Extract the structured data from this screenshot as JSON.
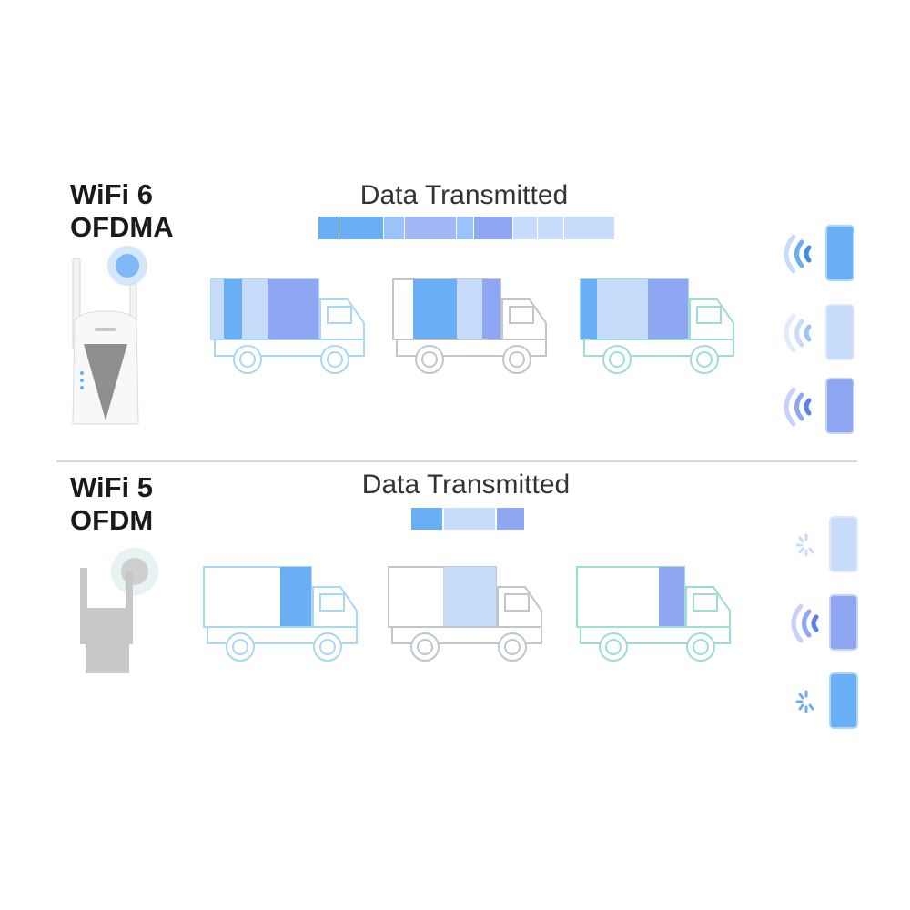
{
  "colors": {
    "blue_light": "#c6dcfa",
    "blue_mid": "#9cc3f7",
    "blue_strong": "#6aaef6",
    "periwinkle": "#a3b6f6",
    "periwinkle_strong": "#8fa7f3",
    "truck_outline": "#a9d8f4",
    "truck_outline_teal": "#9fdcd6",
    "truck_outline_gray": "#bfc7ce",
    "router_gray": "#c8c8c8"
  },
  "wifi6": {
    "title_line1": "WiFi 6",
    "title_line2": "OFDMA",
    "data_label": "Data Transmitted",
    "router_icon": "wifi6-router-icon",
    "device_icon": "smartphone-icon",
    "signal_icon": "wifi-signal-icon"
  },
  "wifi5": {
    "title_line1": "WiFi 5",
    "title_line2": "OFDM",
    "data_label": "Data Transmitted",
    "router_icon": "wifi5-router-icon",
    "device_icon": "smartphone-icon",
    "waiting_icon": "loading-spinner-icon"
  }
}
